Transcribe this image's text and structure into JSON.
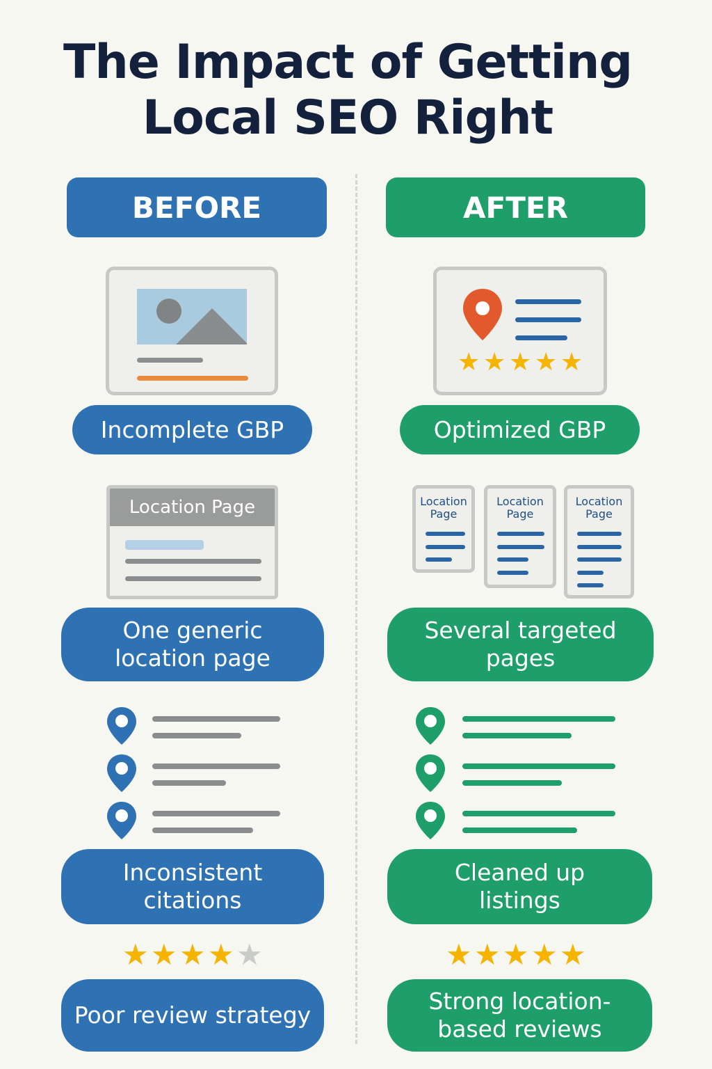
{
  "title": {
    "line1": "The Impact of Getting",
    "line2": "Local SEO Right"
  },
  "before": {
    "header": "BEFORE",
    "gbp": "Incomplete GBP",
    "location_header": "Location Page",
    "location": "One generic location page",
    "citations": "Inconsistent citations",
    "reviews": "Poor review strategy",
    "rating": 4
  },
  "after": {
    "header": "AFTER",
    "gbp": "Optimized GBP",
    "location_card_label": "Location Page",
    "location": "Several targeted pages",
    "citations": "Cleaned up listings",
    "reviews": "Strong location-based reviews",
    "rating": 5,
    "gbp_rating": 5
  },
  "colors": {
    "blue": "#2f72b3",
    "green": "#1e9e68",
    "title": "#14213d",
    "star": "#f5b400",
    "pin_orange": "#e2592c"
  }
}
